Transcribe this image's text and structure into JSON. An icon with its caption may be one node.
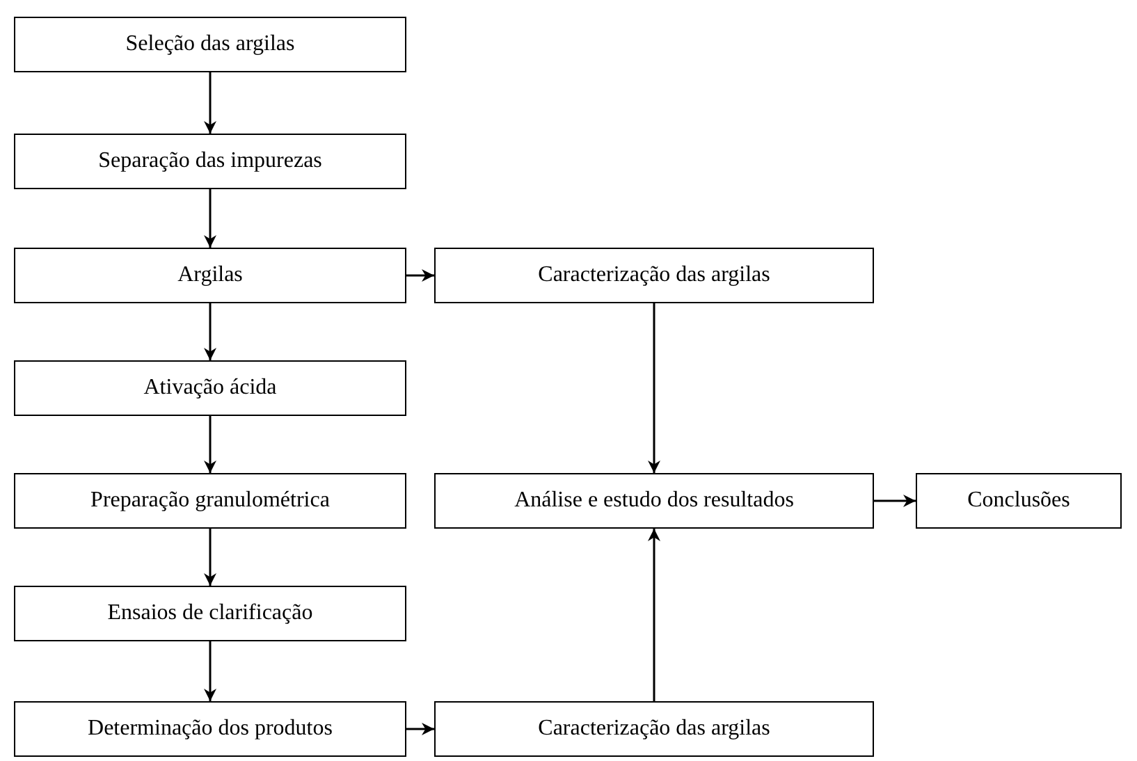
{
  "diagram": {
    "nodes": [
      {
        "text": [
          "Seleção das argilas"
        ]
      },
      {
        "text": [
          "Separação das impurezas"
        ]
      },
      {
        "text": [
          "Argilas"
        ]
      },
      {
        "text": [
          "Caracterização das argilas"
        ]
      },
      {
        "text": [
          "Ativação ácida"
        ]
      },
      {
        "text": [
          "Preparação granulométrica"
        ]
      },
      {
        "text": [
          "Análise e estudo dos resultados"
        ]
      },
      {
        "text": [
          "Conclusões"
        ]
      },
      {
        "text": [
          "Ensaios de clarificação"
        ]
      },
      {
        "text": [
          "Determinação dos produtos"
        ]
      },
      {
        "text": [
          "Caracterização das argilas"
        ]
      }
    ],
    "edges": [
      {
        "from": 0,
        "to": 1,
        "arrow": "to"
      },
      {
        "from": 1,
        "to": 2,
        "arrow": "to"
      },
      {
        "from": 2,
        "to": 3,
        "arrow": "to"
      },
      {
        "from": 2,
        "to": 4,
        "arrow": "to"
      },
      {
        "from": 3,
        "to": 6,
        "arrow": "to"
      },
      {
        "from": 4,
        "to": 5,
        "arrow": "to"
      },
      {
        "from": 5,
        "to": 8,
        "arrow": "to"
      },
      {
        "from": 6,
        "to": 7,
        "arrow": "to"
      },
      {
        "from": 8,
        "to": 9,
        "arrow": "to"
      },
      {
        "from": 9,
        "to": 10,
        "arrow": "to"
      },
      {
        "from": 10,
        "to": 6,
        "arrow": "to"
      }
    ]
  }
}
